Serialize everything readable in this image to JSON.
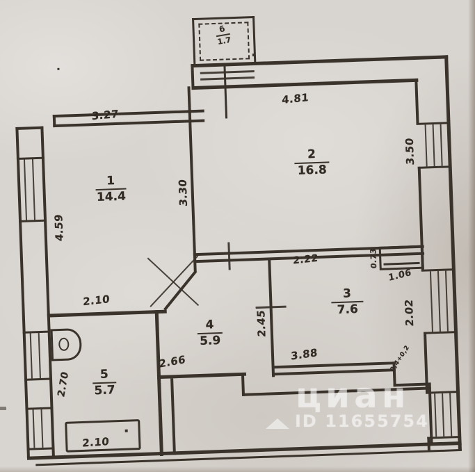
{
  "rooms": [
    {
      "number": "1",
      "area": "14.4"
    },
    {
      "number": "2",
      "area": "16.8"
    },
    {
      "number": "3",
      "area": "7.6"
    },
    {
      "number": "4",
      "area": "5.9"
    },
    {
      "number": "5",
      "area": "5.7"
    },
    {
      "number": "б",
      "area": "1.7"
    }
  ],
  "dimensions": {
    "room1_top": "3.27",
    "room2_top": "4.81",
    "room1_left": "4.59",
    "room1_right": "3.30",
    "room2_right": "3.50",
    "room3_top": "2.22",
    "room3_right": "2.02",
    "room3_bottom": "3.88",
    "room4_width": "2.66",
    "room4_height": "2.45",
    "hall_top": "2.10",
    "bath_left": "2.70",
    "bathtub": "2.10",
    "closet_depth": "0.73",
    "closet_width": "1.06",
    "corner_note": "0,4+0,2"
  },
  "watermark": {
    "brand": "циан",
    "listing_id": "ID 11655754"
  }
}
